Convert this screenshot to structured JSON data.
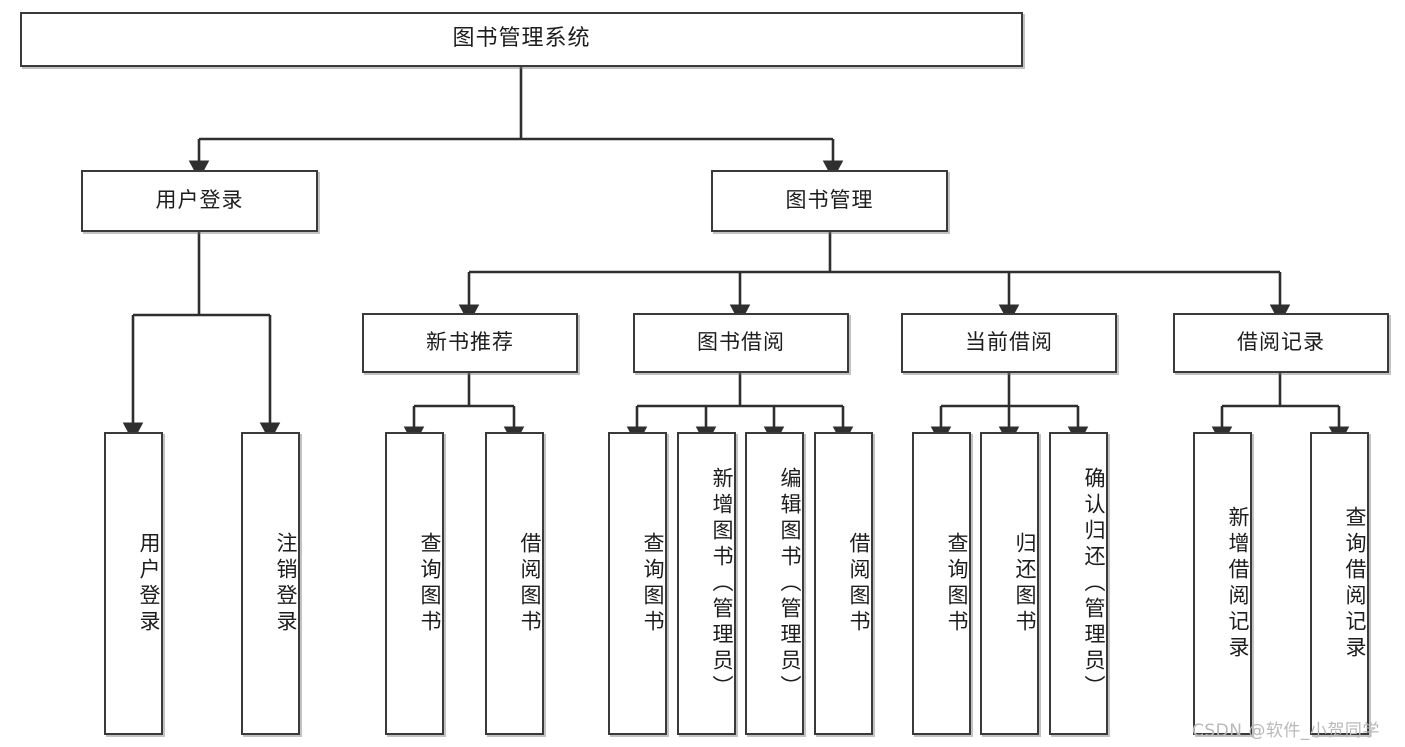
{
  "diagram": {
    "title": "图书管理系统",
    "type": "tree",
    "watermark": "CSDN @软件_小贺同学",
    "colors": {
      "stroke": "#3a3a3a",
      "fill": "#ffffff",
      "text": "#1d1d1d",
      "watermark": "#b9b9b9"
    },
    "nodes": {
      "root": {
        "label": "图书管理系统"
      },
      "level2": [
        {
          "id": "user-login",
          "label": "用户登录"
        },
        {
          "id": "book-manage",
          "label": "图书管理"
        }
      ],
      "level3": [
        {
          "id": "new-book-recommend",
          "label": "新书推荐"
        },
        {
          "id": "book-borrow",
          "label": "图书借阅"
        },
        {
          "id": "current-borrow",
          "label": "当前借阅"
        },
        {
          "id": "borrow-record",
          "label": "借阅记录"
        }
      ],
      "leaves": {
        "user_login": [
          {
            "id": "leaf-user-login",
            "label": "用户登录"
          },
          {
            "id": "leaf-logout-login",
            "label": "注销登录"
          }
        ],
        "new_book_recommend": [
          {
            "id": "leaf-query-book-1",
            "label": "查询图书"
          },
          {
            "id": "leaf-borrow-book-1",
            "label": "借阅图书"
          }
        ],
        "book_borrow": [
          {
            "id": "leaf-query-book-2",
            "label": "查询图书"
          },
          {
            "id": "leaf-add-book",
            "label": "新增图书（管理员）"
          },
          {
            "id": "leaf-edit-book",
            "label": "编辑图书（管理员）"
          },
          {
            "id": "leaf-borrow-book-2",
            "label": "借阅图书"
          }
        ],
        "current_borrow": [
          {
            "id": "leaf-query-book-3",
            "label": "查询图书"
          },
          {
            "id": "leaf-return-book",
            "label": "归还图书"
          },
          {
            "id": "leaf-confirm-return",
            "label": "确认归还（管理员）"
          }
        ],
        "borrow_record": [
          {
            "id": "leaf-add-record",
            "label": "新增借阅记录"
          },
          {
            "id": "leaf-query-record",
            "label": "查询借阅记录"
          }
        ]
      }
    }
  }
}
